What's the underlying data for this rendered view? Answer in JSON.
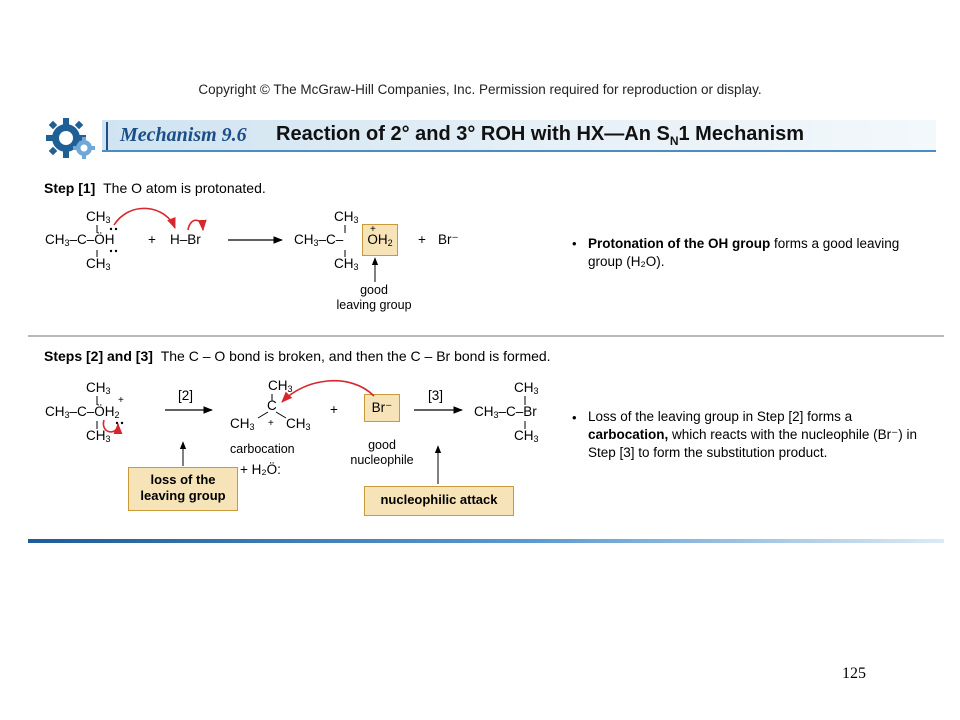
{
  "copyright": "Copyright © The McGraw-Hill Companies, Inc. Permission required for reproduction or display.",
  "title": {
    "mechanism_label": "Mechanism 9.6",
    "text_prefix": "Reaction of 2° and 3° ROH with HX—An S",
    "text_sub": "N",
    "text_suffix": "1 Mechanism"
  },
  "step1": {
    "heading_bold": "Step [1]",
    "heading_text": "The O atom is protonated.",
    "reactant": {
      "top": "CH",
      "top_sub": "3",
      "mid_pre": "CH",
      "mid_pre_sub": "3",
      "mid_rest": "–C–ÖH",
      "bottom": "CH",
      "bottom_sub": "3"
    },
    "plus1": "+",
    "hbr": "H–Br",
    "product": {
      "top": "CH",
      "top_sub": "3",
      "mid_pre": "CH",
      "mid_pre_sub": "3",
      "mid_rest": "–C–",
      "oxonium": "OH",
      "oxonium_sub": "2",
      "bottom": "CH",
      "bottom_sub": "3"
    },
    "plus2": "+",
    "bromide": "Br⁻",
    "good_leaving_label": "good\nleaving group",
    "note_bold": "Protonation of the OH group",
    "note_rest": " forms a good leaving group (H₂O)."
  },
  "step23": {
    "heading_bold": "Steps [2] and [3]",
    "heading_text": "The C – O bond is broken, and then the C – Br bond is formed.",
    "reactant": {
      "top": "CH",
      "top_sub": "3",
      "mid_pre": "CH",
      "mid_pre_sub": "3",
      "mid_rest": "–C–ÖH",
      "mid_sub": "2",
      "bottom": "CH",
      "bottom_sub": "3"
    },
    "arrow2_label": "[2]",
    "carbocation": {
      "top": "CH",
      "top_sub": "3",
      "left": "CH",
      "left_sub": "3",
      "right": "CH",
      "right_sub": "3",
      "center": "C"
    },
    "carbocation_label": "carbocation",
    "water": "+ H₂Ö:",
    "plus": "+",
    "bromide": "Br⁻",
    "good_nucleophile_label": "good\nnucleophile",
    "arrow3_label": "[3]",
    "product": {
      "top": "CH",
      "top_sub": "3",
      "mid_pre": "CH",
      "mid_pre_sub": "3",
      "mid_rest": "–C–Br",
      "bottom": "CH",
      "bottom_sub": "3"
    },
    "callout_leaving": "loss of the\nleaving group",
    "callout_attack": "nucleophilic attack",
    "note_pre": "Loss of the leaving group in Step [2] forms a ",
    "note_bold": "carbocation,",
    "note_rest": " which reacts with the nucleophile (Br⁻) in Step [3] to form the substitution product."
  },
  "bullet": "•",
  "page_number": "125",
  "colors": {
    "accent_blue": "#1c4f88",
    "curved_arrow": "#d8262e",
    "callout_fill": "#f7e3b8",
    "callout_border": "#c89a3a"
  }
}
